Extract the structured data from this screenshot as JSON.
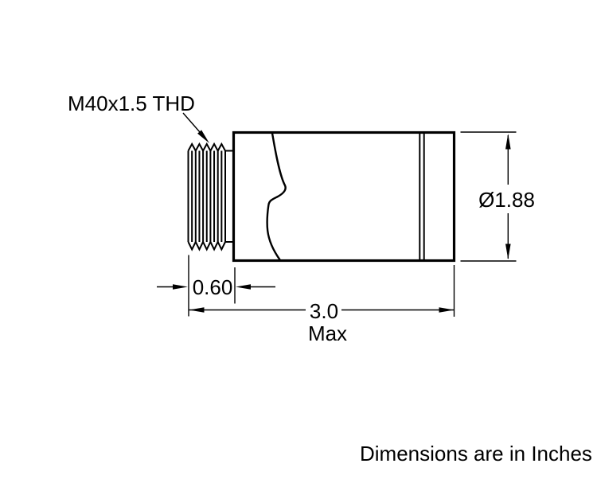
{
  "drawing": {
    "thread_label": "M40x1.5 THD",
    "diameter_dim": "Ø1.88",
    "thread_length_dim": "0.60",
    "overall_length_dim": "3.0",
    "overall_length_qualifier": "Max",
    "footnote": "Dimensions are in Inches"
  },
  "colors": {
    "line": "#000000",
    "background": "#ffffff"
  }
}
